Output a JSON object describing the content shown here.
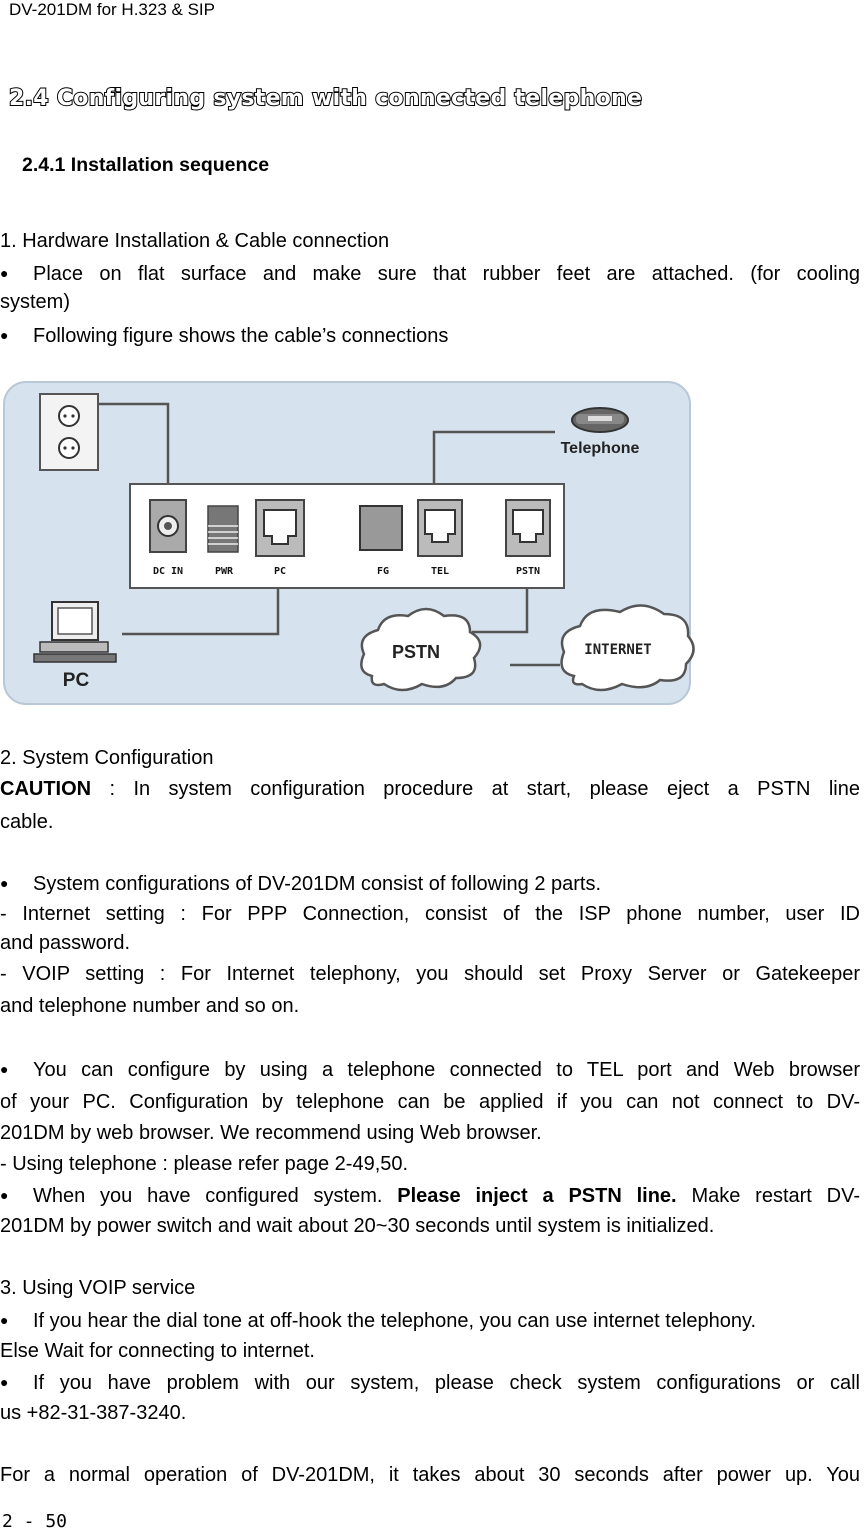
{
  "header": {
    "running_title": "DV-201DM for H.323 & SIP"
  },
  "section": {
    "title": "2.4 Configuring system with connected telephone",
    "subtitle": "2.4.1 Installation sequence"
  },
  "hardware": {
    "heading": "1. Hardware Installation & Cable connection",
    "bullet1_line1": "Place on flat surface and make sure that rubber feet are attached. (for cooling",
    "bullet1_line2": "system)",
    "bullet2": "Following figure shows the cable’s connections"
  },
  "diagram": {
    "labels": {
      "telephone": "Telephone",
      "dc_in": "DC IN",
      "pwr": "PWR",
      "pc_port": "PC",
      "fg": "FG",
      "tel": "TEL",
      "pstn_port": "PSTN",
      "pstn_cloud": "PSTN",
      "internet_cloud": "INTERNET",
      "pc": "PC"
    },
    "colors": {
      "panel": "#d6e3ef",
      "line": "#555555",
      "device": "#ffffff"
    }
  },
  "system_config": {
    "heading": "2. System Configuration",
    "caution_label": "CAUTION",
    "caution_line1": " : In system configuration procedure at start, please eject a PSTN line",
    "caution_line2": "cable.",
    "bullet1": "System configurations of DV-201DM consist of following 2 parts.",
    "internet_line1": "- Internet setting : For PPP Connection, consist of the ISP phone number, user ID",
    "internet_line2": "and password.",
    "voip_line1": "- VOIP setting : For Internet telephony, you should set Proxy Server or Gatekeeper",
    "voip_line2": "and telephone number and so on.",
    "bullet2_line1": "You can configure by using a telephone connected to TEL port and Web browser",
    "bullet2_line2": "of your PC. Configuration by telephone can be applied if you can not connect to DV-",
    "bullet2_line3": "201DM by web browser. We recommend using Web browser.",
    "using_telephone": "- Using telephone    : please refer page 2-49,50.",
    "bullet3_pre": "When you have configured system. ",
    "bullet3_bold": "Please inject a PSTN line.",
    "bullet3_post": " Make restart DV-",
    "bullet3_line2": "201DM by power switch and wait about 20~30 seconds until system is initialized."
  },
  "voip_service": {
    "heading": "3. Using VOIP service",
    "bullet1_line1": "If you hear the dial tone at off-hook the telephone, you can use internet telephony.",
    "bullet1_line2": "Else Wait for connecting to internet.",
    "bullet2_line1": "If you have problem with our system, please check system configurations or call",
    "bullet2_line2": "us +82-31-387-3240."
  },
  "closing": "For a normal operation of DV-201DM, it takes about 30 seconds after power up. You",
  "footer": {
    "page_number": "2 - 50"
  },
  "bullet_glyph": "●"
}
